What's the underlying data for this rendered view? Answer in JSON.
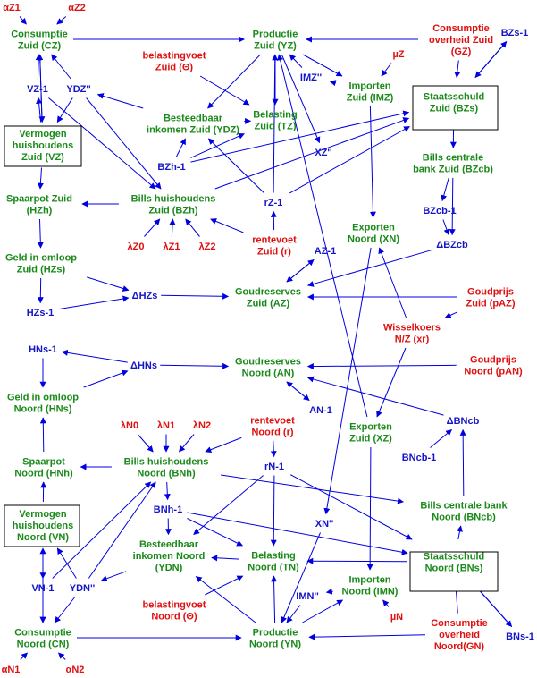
{
  "colors": {
    "green": "#1a8a1a",
    "red": "#e01010",
    "blue": "#1515c8",
    "edge": "#0000e0"
  },
  "nodes": {
    "aZ1": {
      "lines": [
        "αZ1"
      ],
      "color": "red"
    },
    "aZ2": {
      "lines": [
        "αZ2"
      ],
      "color": "red"
    },
    "CZ": {
      "lines": [
        "Consumptie",
        "Zuid (CZ)"
      ],
      "color": "green"
    },
    "YZ": {
      "lines": [
        "Productie",
        "Zuid (YZ)"
      ],
      "color": "green"
    },
    "GZ": {
      "lines": [
        "Consumptie",
        "overheid Zuid",
        "(GZ)"
      ],
      "color": "red"
    },
    "BZs1": {
      "lines": [
        "BZs-1"
      ],
      "color": "blue"
    },
    "muZ": {
      "lines": [
        "µZ"
      ],
      "color": "red"
    },
    "theZ": {
      "lines": [
        "belastingvoet",
        "Zuid (Θ)"
      ],
      "color": "red"
    },
    "IMZq": {
      "lines": [
        "IMZ''"
      ],
      "color": "blue"
    },
    "IMZ": {
      "lines": [
        "Importen",
        "Zuid (IMZ)"
      ],
      "color": "green"
    },
    "VZ1": {
      "lines": [
        "VZ-1"
      ],
      "color": "blue"
    },
    "YDZq": {
      "lines": [
        "YDZ''"
      ],
      "color": "blue"
    },
    "TZ": {
      "lines": [
        "Belasting",
        "Zuid (TZ)"
      ],
      "color": "green"
    },
    "BZs": {
      "lines": [
        "Staatsschuld",
        "Zuid (BZs)"
      ],
      "color": "green"
    },
    "YDZ": {
      "lines": [
        "Besteedbaar",
        "inkomen Zuid (YDZ)"
      ],
      "color": "green"
    },
    "VZ": {
      "lines": [
        "Vermogen",
        "huishoudens",
        "Zuid (VZ)"
      ],
      "color": "green"
    },
    "XZq": {
      "lines": [
        "XZ''"
      ],
      "color": "blue"
    },
    "BZcb": {
      "lines": [
        "Bills centrale",
        "bank Zuid (BZcb)"
      ],
      "color": "green"
    },
    "BZh1": {
      "lines": [
        "BZh-1"
      ],
      "color": "blue"
    },
    "HZh": {
      "lines": [
        "Spaarpot Zuid",
        "(HZh)"
      ],
      "color": "green"
    },
    "BZh": {
      "lines": [
        "Bills huishoudens",
        "Zuid (BZh)"
      ],
      "color": "green"
    },
    "rZ1": {
      "lines": [
        "rZ-1"
      ],
      "color": "blue"
    },
    "XN": {
      "lines": [
        "Exporten",
        "Noord (XN)"
      ],
      "color": "green"
    },
    "BZcb1": {
      "lines": [
        "BZcb-1"
      ],
      "color": "blue"
    },
    "lZ0": {
      "lines": [
        "λZ0"
      ],
      "color": "red"
    },
    "lZ1": {
      "lines": [
        "λZ1"
      ],
      "color": "red"
    },
    "lZ2": {
      "lines": [
        "λZ2"
      ],
      "color": "red"
    },
    "rZ": {
      "lines": [
        "rentevoet",
        "Zuid (r)"
      ],
      "color": "red"
    },
    "dBZcb": {
      "lines": [
        "ΔBZcb"
      ],
      "color": "blue"
    },
    "HZs": {
      "lines": [
        "Geld in omloop",
        "Zuid (HZs)"
      ],
      "color": "green"
    },
    "AZ1": {
      "lines": [
        "AZ-1"
      ],
      "color": "blue"
    },
    "dHZs": {
      "lines": [
        "ΔHZs"
      ],
      "color": "blue"
    },
    "AZ": {
      "lines": [
        "Goudreserves",
        "Zuid (AZ)"
      ],
      "color": "green"
    },
    "pAZ": {
      "lines": [
        "Goudprijs",
        "Zuid (pAZ)"
      ],
      "color": "red"
    },
    "HZs1": {
      "lines": [
        "HZs-1"
      ],
      "color": "blue"
    },
    "xr": {
      "lines": [
        "Wisselkoers",
        "N/Z (xr)"
      ],
      "color": "red"
    },
    "HNs1": {
      "lines": [
        "HNs-1"
      ],
      "color": "blue"
    },
    "pAN": {
      "lines": [
        "Goudprijs",
        "Noord (pAN)"
      ],
      "color": "red"
    },
    "dHNs": {
      "lines": [
        "ΔHNs"
      ],
      "color": "blue"
    },
    "AN": {
      "lines": [
        "Goudreserves",
        "Noord (AN)"
      ],
      "color": "green"
    },
    "HNs": {
      "lines": [
        "Geld in omloop",
        "Noord (HNs)"
      ],
      "color": "green"
    },
    "AN1": {
      "lines": [
        "AN-1"
      ],
      "color": "blue"
    },
    "dBNcb": {
      "lines": [
        "ΔBNcb"
      ],
      "color": "blue"
    },
    "lN0": {
      "lines": [
        "λN0"
      ],
      "color": "red"
    },
    "lN1": {
      "lines": [
        "λN1"
      ],
      "color": "red"
    },
    "lN2": {
      "lines": [
        "λN2"
      ],
      "color": "red"
    },
    "rN": {
      "lines": [
        "rentevoet",
        "Noord (r)"
      ],
      "color": "red"
    },
    "XZ": {
      "lines": [
        "Exporten",
        "Zuid (XZ)"
      ],
      "color": "green"
    },
    "BNcb1": {
      "lines": [
        "BNcb-1"
      ],
      "color": "blue"
    },
    "HNh": {
      "lines": [
        "Spaarpot",
        "Noord (HNh)"
      ],
      "color": "green"
    },
    "BNh": {
      "lines": [
        "Bills huishoudens",
        "Noord (BNh)"
      ],
      "color": "green"
    },
    "rN1": {
      "lines": [
        "rN-1"
      ],
      "color": "blue"
    },
    "VN": {
      "lines": [
        "Vermogen",
        "huishoudens",
        "Noord (VN)"
      ],
      "color": "green"
    },
    "BNh1": {
      "lines": [
        "BNh-1"
      ],
      "color": "blue"
    },
    "BNcb": {
      "lines": [
        "Bills centrale bank",
        "Noord (BNcb)"
      ],
      "color": "green"
    },
    "XNq": {
      "lines": [
        "XN''"
      ],
      "color": "blue"
    },
    "YDN": {
      "lines": [
        "Besteedbaar",
        "inkomen Noord",
        "(YDN)"
      ],
      "color": "green"
    },
    "TN": {
      "lines": [
        "Belasting",
        "Noord (TN)"
      ],
      "color": "green"
    },
    "BNs": {
      "lines": [
        "Staatsschuld",
        "Noord (BNs)"
      ],
      "color": "green"
    },
    "VN1": {
      "lines": [
        "VN-1"
      ],
      "color": "blue"
    },
    "YDNq": {
      "lines": [
        "YDN''"
      ],
      "color": "blue"
    },
    "IMNq": {
      "lines": [
        "IMN''"
      ],
      "color": "blue"
    },
    "IMN": {
      "lines": [
        "Importen",
        "Noord (IMN)"
      ],
      "color": "green"
    },
    "theN": {
      "lines": [
        "belastingvoet",
        "Noord (Θ)"
      ],
      "color": "red"
    },
    "muN": {
      "lines": [
        "µN"
      ],
      "color": "red"
    },
    "CN": {
      "lines": [
        "Consumptie",
        "Noord (CN)"
      ],
      "color": "green"
    },
    "YN": {
      "lines": [
        "Productie",
        "Noord (YN)"
      ],
      "color": "green"
    },
    "GN": {
      "lines": [
        "Consumptie",
        "overheid",
        "Noord(GN)"
      ],
      "color": "red"
    },
    "BNs1": {
      "lines": [
        "BNs-1"
      ],
      "color": "blue"
    },
    "aN1": {
      "lines": [
        "αN1"
      ],
      "color": "red"
    },
    "aN2": {
      "lines": [
        "αN2"
      ],
      "color": "red"
    }
  },
  "edges": [
    [
      "aZ1",
      "CZ"
    ],
    [
      "aZ2",
      "CZ"
    ],
    [
      "CZ",
      "YZ"
    ],
    [
      "GZ",
      "YZ"
    ],
    [
      "BZs1",
      "BZs"
    ],
    [
      "BZs",
      "BZs1"
    ],
    [
      "muZ",
      "IMZ"
    ],
    [
      "IMZ",
      "IMZq"
    ],
    [
      "IMZq",
      "YZ"
    ],
    [
      "YZ",
      "IMZ"
    ],
    [
      "YZ",
      "TZ"
    ],
    [
      "theZ",
      "TZ"
    ],
    [
      "YZ",
      "YDZ"
    ],
    [
      "TZ",
      "YDZ"
    ],
    [
      "VZ1",
      "CZ"
    ],
    [
      "VZ",
      "VZ1"
    ],
    [
      "YDZq",
      "CZ"
    ],
    [
      "YDZq",
      "VZ"
    ],
    [
      "YDZ",
      "YDZq"
    ],
    [
      "CZ",
      "VZ"
    ],
    [
      "VZ",
      "CZ"
    ],
    [
      "YZ",
      "XZq"
    ],
    [
      "GZ",
      "BZs"
    ],
    [
      "IMZ",
      "XN"
    ],
    [
      "BZs",
      "BZcb"
    ],
    [
      "BZh1",
      "YDZ"
    ],
    [
      "BZh1",
      "TZ"
    ],
    [
      "BZh1",
      "BZs"
    ],
    [
      "YDZq",
      "BZh"
    ],
    [
      "VZ1",
      "BZh"
    ],
    [
      "BZh",
      "HZh"
    ],
    [
      "VZ",
      "HZh"
    ],
    [
      "rZ1",
      "YDZ"
    ],
    [
      "rZ1",
      "BZs"
    ],
    [
      "rZ",
      "rZ1"
    ],
    [
      "rZ",
      "BZh"
    ],
    [
      "BZh",
      "BZs"
    ],
    [
      "rZ1",
      "YZ"
    ],
    [
      "BZcb",
      "BZcb1"
    ],
    [
      "BZcb",
      "dBZcb"
    ],
    [
      "BZcb1",
      "dBZcb"
    ],
    [
      "lZ0",
      "BZh"
    ],
    [
      "lZ1",
      "BZh"
    ],
    [
      "lZ2",
      "BZh"
    ],
    [
      "HZh",
      "HZs"
    ],
    [
      "HZs",
      "HZs1"
    ],
    [
      "HZs",
      "dHZs"
    ],
    [
      "HZs1",
      "dHZs"
    ],
    [
      "dBZcb",
      "AZ"
    ],
    [
      "AZ",
      "AZ1"
    ],
    [
      "AZ1",
      "AZ"
    ],
    [
      "dHZs",
      "AZ"
    ],
    [
      "pAZ",
      "AZ"
    ],
    [
      "pAZ",
      "xr"
    ],
    [
      "xr",
      "XN"
    ],
    [
      "xr",
      "XZ"
    ],
    [
      "dHNs",
      "HNs1"
    ],
    [
      "HNs",
      "dHNs"
    ],
    [
      "HNs1",
      "HNs"
    ],
    [
      "pAN",
      "AN"
    ],
    [
      "dHNs",
      "AN"
    ],
    [
      "AN",
      "AN1"
    ],
    [
      "AN1",
      "AN"
    ],
    [
      "dBNcb",
      "AN"
    ],
    [
      "HNh",
      "HNs"
    ],
    [
      "lN0",
      "BNh"
    ],
    [
      "lN1",
      "BNh"
    ],
    [
      "lN2",
      "BNh"
    ],
    [
      "rN",
      "BNh"
    ],
    [
      "rN",
      "rN1"
    ],
    [
      "XN",
      "XNq"
    ],
    [
      "XZ",
      "YZ"
    ],
    [
      "BNcb",
      "dBNcb"
    ],
    [
      "BNcb1",
      "dBNcb"
    ],
    [
      "BNh",
      "HNh"
    ],
    [
      "BNh",
      "BNcb"
    ],
    [
      "VN",
      "HNh"
    ],
    [
      "VN1",
      "BNh"
    ],
    [
      "YDNq",
      "BNh"
    ],
    [
      "BNh",
      "BNh1"
    ],
    [
      "BNh1",
      "YDN"
    ],
    [
      "BNh1",
      "TN"
    ],
    [
      "BNh1",
      "BNs"
    ],
    [
      "rN1",
      "YDN"
    ],
    [
      "rN1",
      "TN"
    ],
    [
      "rN1",
      "BNs"
    ],
    [
      "BNs",
      "BNcb"
    ],
    [
      "XNq",
      "YN"
    ],
    [
      "TN",
      "YDN"
    ],
    [
      "YN",
      "YDN"
    ],
    [
      "YN",
      "TN"
    ],
    [
      "theN",
      "TN"
    ],
    [
      "BNs",
      "TN"
    ],
    [
      "YDN",
      "YDNq"
    ],
    [
      "YDNq",
      "CN"
    ],
    [
      "YDNq",
      "VN"
    ],
    [
      "VN",
      "VN1"
    ],
    [
      "VN1",
      "CN"
    ],
    [
      "CN",
      "VN"
    ],
    [
      "VN",
      "CN"
    ],
    [
      "CN",
      "YN"
    ],
    [
      "IMN",
      "IMNq"
    ],
    [
      "IMNq",
      "YN"
    ],
    [
      "YN",
      "IMN"
    ],
    [
      "muN",
      "IMN"
    ],
    [
      "GN",
      "YN"
    ],
    [
      "GN",
      "BNs"
    ],
    [
      "BNs1",
      "BNs"
    ],
    [
      "BNs",
      "BNs1"
    ],
    [
      "aN1",
      "CN"
    ],
    [
      "aN2",
      "CN"
    ],
    [
      "XZ",
      "IMN"
    ]
  ]
}
